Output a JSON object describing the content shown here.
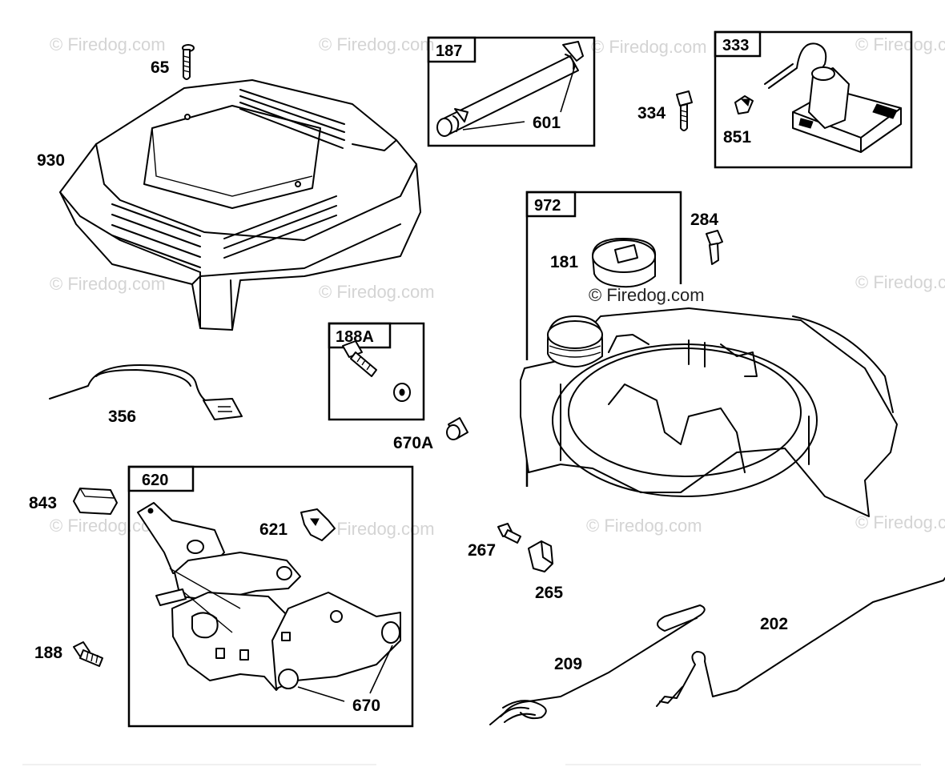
{
  "watermark": {
    "text": "© Firedog.com",
    "color": "#d4d4d4"
  },
  "callouts": {
    "p65": "65",
    "p930": "930",
    "p601": "601",
    "p334": "334",
    "p851": "851",
    "p284": "284",
    "p181": "181",
    "p356": "356",
    "p670A": "670A",
    "p843": "843",
    "p621": "621",
    "p188": "188",
    "p670": "670",
    "p267": "267",
    "p265": "265",
    "p209": "209",
    "p202": "202"
  },
  "boxes": {
    "b187": "187",
    "b333": "333",
    "b972": "972",
    "b188A": "188A",
    "b620": "620"
  }
}
